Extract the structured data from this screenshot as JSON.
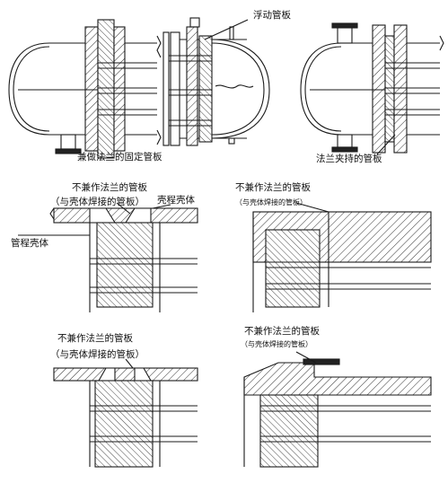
{
  "labels": {
    "tr_floating_tubesheet": "浮动管板",
    "tl_fixed_tubesheet": "兼做法兰的固定管板",
    "tr_flange_clamped": "法兰夹持的管板",
    "ml_not_flange": "不兼作法兰的管板",
    "ml_welded": "（与壳体焊接的管板）",
    "ml_shell_side": "壳程壳体",
    "ml_tube_side": "管程壳体",
    "mr_not_flange": "不兼作法兰的管板",
    "mr_welded": "（与壳体焊接的管板）",
    "bl_not_flange": "不兼作法兰的管板",
    "bl_welded": "（与壳体焊接的管板）",
    "br_not_flange": "不兼作法兰的管板",
    "br_welded": "（与壳体焊接的管板）"
  },
  "colors": {
    "line": "#1a1a1a",
    "hatch": "#555555",
    "background": "#ffffff"
  }
}
